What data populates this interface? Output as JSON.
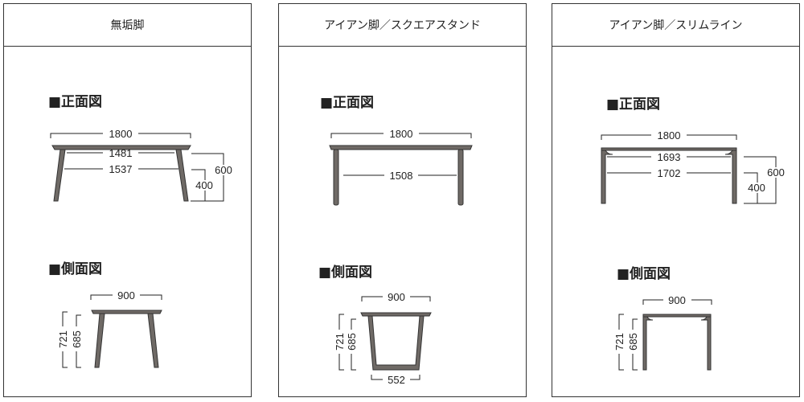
{
  "panels": [
    {
      "title": "無垢脚",
      "front": {
        "label": "■正面図",
        "width": "1800",
        "inner_top": "1481",
        "inner_bottom": "1537",
        "height_outer": "600",
        "height_inner": "400"
      },
      "side": {
        "label": "■側面図",
        "depth": "900",
        "height_total": "721",
        "height_under": "685"
      }
    },
    {
      "title": "アイアン脚／スクエアスタンド",
      "front": {
        "label": "■正面図",
        "width": "1800",
        "inner": "1508"
      },
      "side": {
        "label": "■側面図",
        "depth": "900",
        "height_total": "721",
        "height_under": "685",
        "leg_base": "552"
      }
    },
    {
      "title": "アイアン脚／スリムライン",
      "front": {
        "label": "■正面図",
        "width": "1800",
        "inner_top": "1693",
        "inner_bottom": "1702",
        "height_outer": "600",
        "height_inner": "400"
      },
      "side": {
        "label": "■側面図",
        "depth": "900",
        "height_total": "721",
        "height_under": "685"
      }
    }
  ]
}
